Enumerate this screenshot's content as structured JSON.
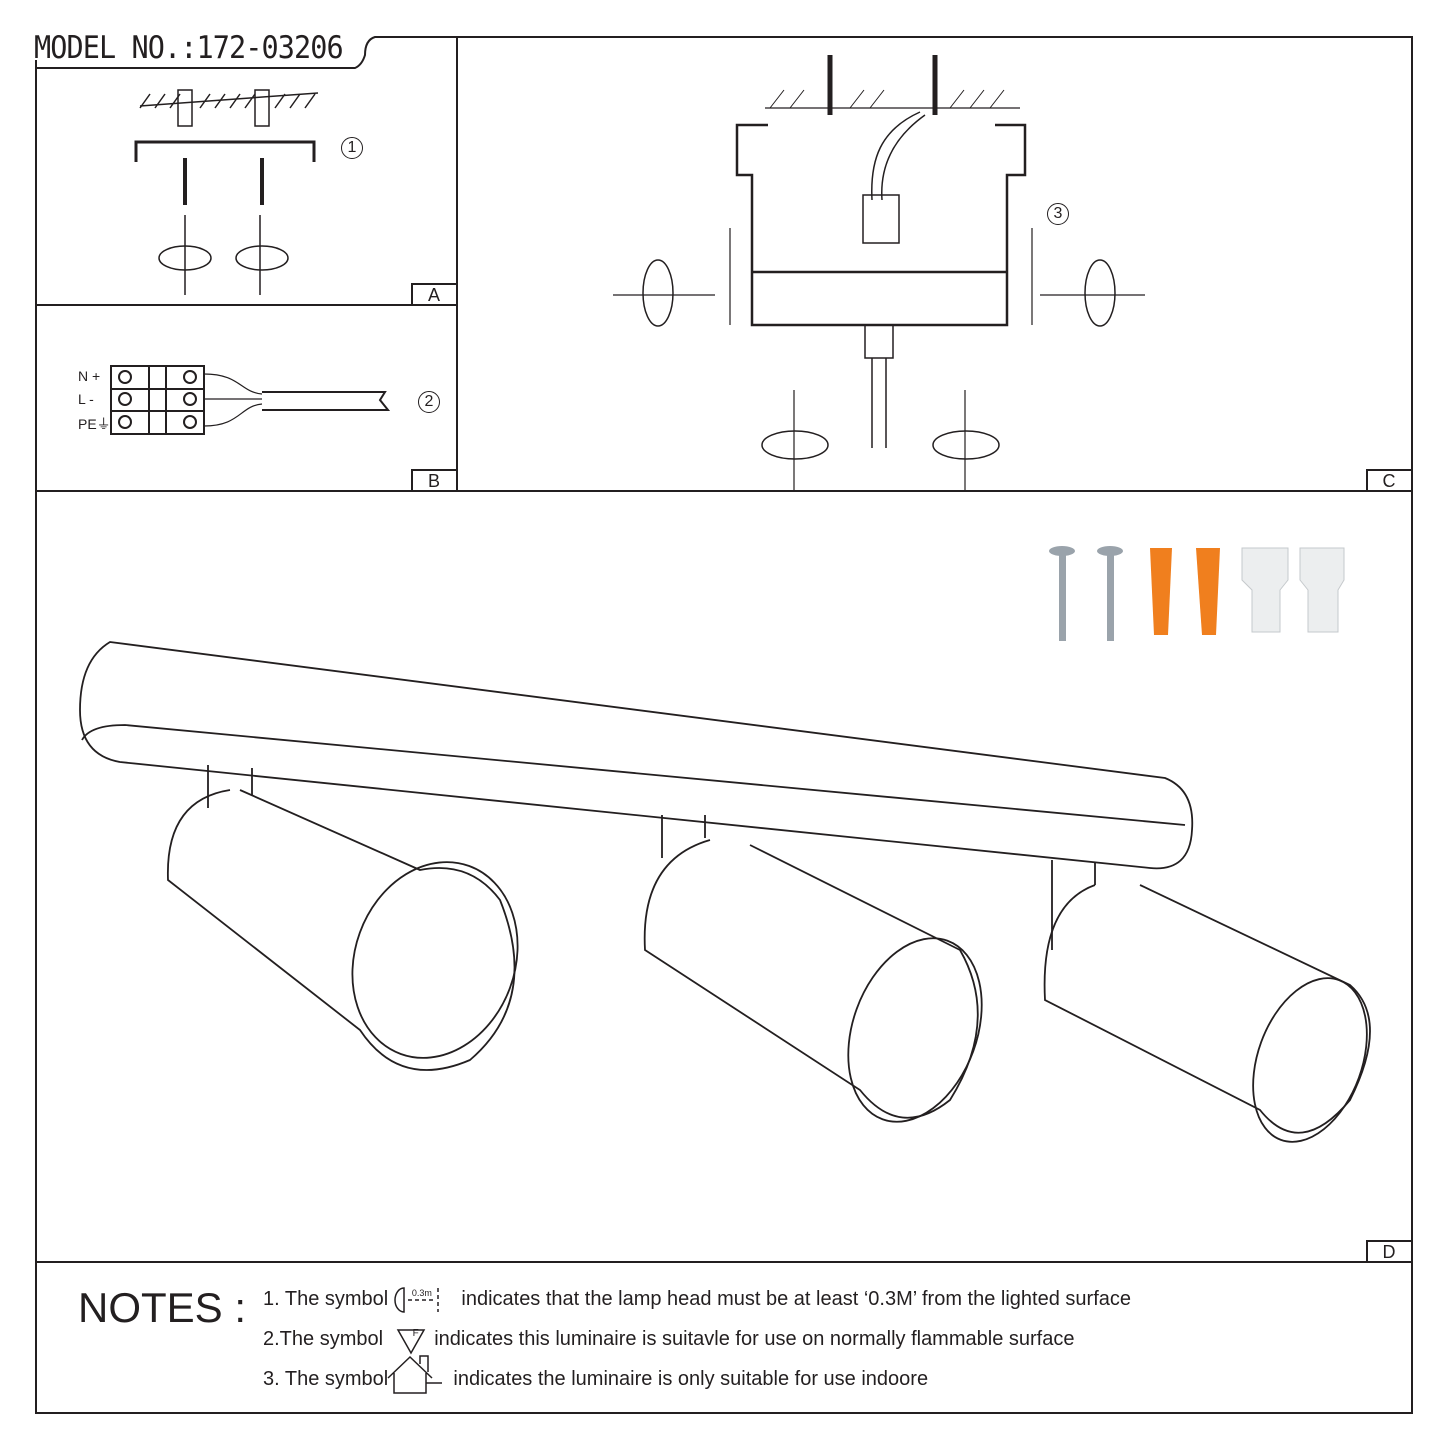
{
  "model_number": "MODEL NO.:172-03206",
  "panels": {
    "a": {
      "label": "A",
      "step": "1"
    },
    "b": {
      "label": "B",
      "step": "2",
      "terminals": [
        "N +",
        "L -",
        "PE⏚"
      ]
    },
    "c": {
      "label": "C",
      "step": "3"
    },
    "d": {
      "label": "D"
    }
  },
  "notes": {
    "heading": "NOTES :",
    "items": [
      {
        "prefix": "1. The symbol",
        "symbol_text": "0.3m",
        "text": "indicates that the lamp head must be at least ‘0.3M’ from the lighted surface"
      },
      {
        "prefix": "2.The symbol",
        "symbol_text": "F",
        "text": "indicates this luminaire is suitavle for use on normally flammable surface"
      },
      {
        "prefix": "3. The symbol",
        "symbol_text": "",
        "text": "indicates the luminaire is only suitable for use indoore"
      }
    ]
  },
  "colors": {
    "line": "#231f20",
    "anchor": "#f07f1e",
    "screw": "#9aa3ab"
  }
}
